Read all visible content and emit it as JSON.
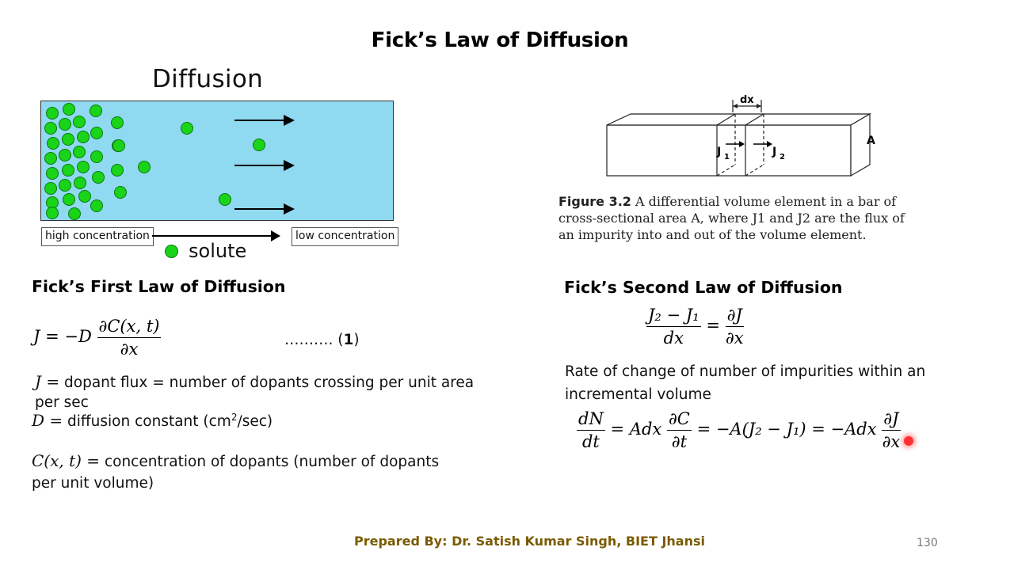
{
  "slide": {
    "title": "Fick’s Law of Diffusion",
    "footer": "Prepared By: Dr. Satish Kumar Singh, BIET Jhansi",
    "page_number": "130"
  },
  "diffusion_figure": {
    "title": "Diffusion",
    "left_label": "high concentration",
    "right_label": "low concentration",
    "legend_label": "solute",
    "particle_color": "#19d419",
    "medium_color": "#8fd9f1"
  },
  "figure_3_2": {
    "dx_label": "dx",
    "j1_label": "J",
    "j1_sub": "1",
    "j2_label": "J",
    "j2_sub": "2",
    "area_label": "A",
    "caption_label": "Figure 3.2",
    "caption_text": "A differential volume element in a bar of cross-sectional area A, where J1 and J2 are the flux of an impurity into and out of the volume element."
  },
  "first_law": {
    "heading": "Fick’s First Law of Diffusion",
    "eq_lhs": "J = −D",
    "eq_num": "∂C(x, t)",
    "eq_den": "∂x",
    "eq_ref_dots": "……….",
    "eq_ref_open": "(",
    "eq_ref_number": "1",
    "eq_ref_close": ")",
    "def_j_symbol": "J =",
    "def_j_text": "dopant flux = number of dopants crossing per unit area",
    "def_j_text2": "per sec",
    "def_d_symbol": "D =",
    "def_d_text": "diffusion constant (cm",
    "def_d_sup": "2",
    "def_d_text_end": "/sec)",
    "def_c_symbol": "C(x, t) =",
    "def_c_text": "concentration of dopants (number of dopants",
    "def_c_text2": "per unit volume)"
  },
  "second_law": {
    "heading": "Fick’s Second Law of Diffusion",
    "eq1_num": "J₂ − J₁",
    "eq1_den": "dx",
    "eq1_eq": "=",
    "eq1_rnum": "∂J",
    "eq1_rden": "∂x",
    "desc_line1": "Rate of change of number of impurities within an",
    "desc_line2": "incremental volume",
    "eq2_num1": "dN",
    "eq2_den1": "dt",
    "eq2_mid1": "= Adx",
    "eq2_num2": "∂C",
    "eq2_den2": "∂t",
    "eq2_mid2": "= −A(J₂ − J₁) = −Adx",
    "eq2_num3": "∂J",
    "eq2_den3": "∂x"
  }
}
